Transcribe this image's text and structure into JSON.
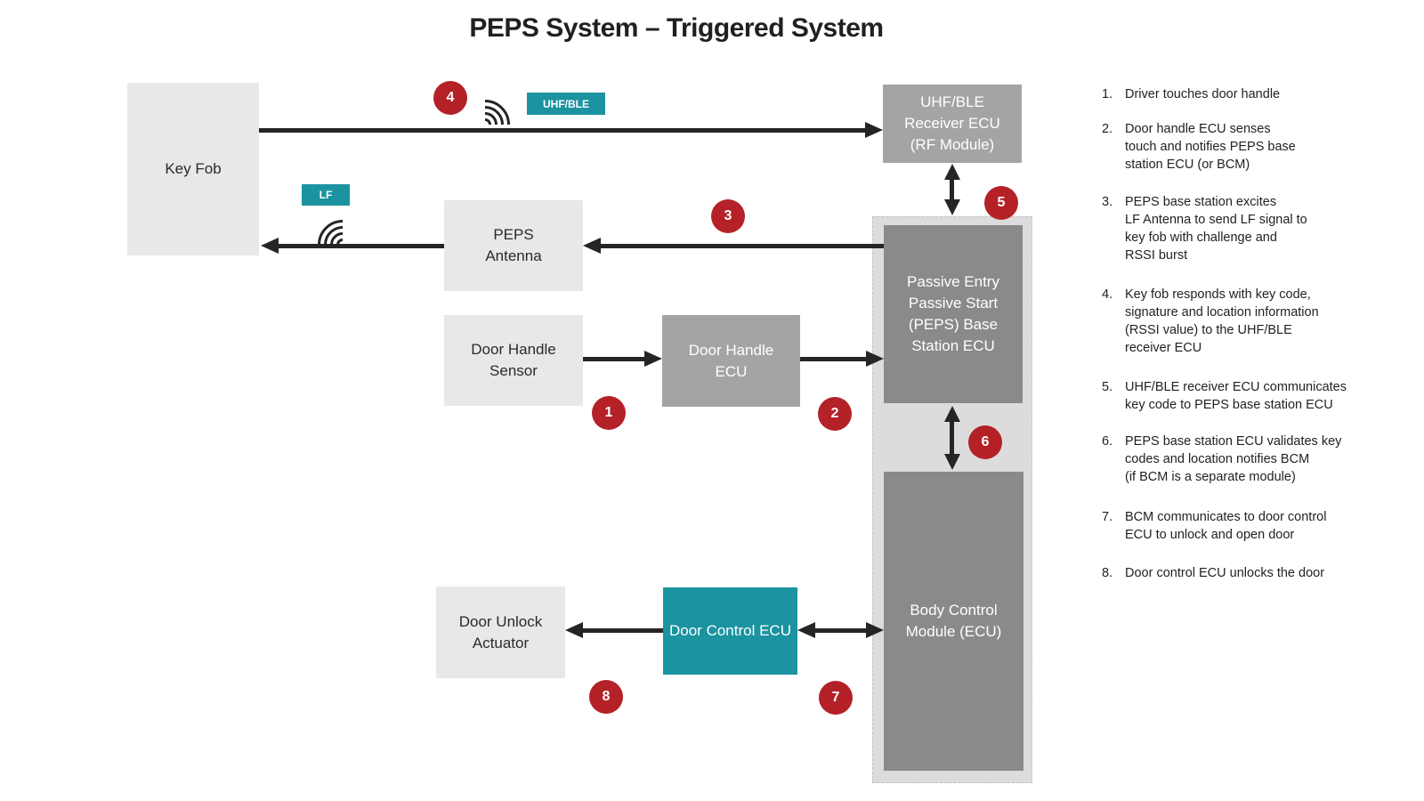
{
  "title": "PEPS System – Triggered System",
  "colors": {
    "teal": "#1b93a0",
    "red": "#b42127",
    "light_gray_box": "#e8e8e8",
    "mid_gray_box": "#a5a4a4",
    "dark_gray_box": "#8b8a8a",
    "vehicle_zone": "#dcdcdc",
    "arrow": "#272425"
  },
  "nodes": {
    "key_fob": {
      "label": "Key Fob"
    },
    "uhf_receiver": {
      "label": "UHF/BLE\nReceiver ECU\n(RF Module)"
    },
    "peps_antenna": {
      "label": "PEPS\nAntenna"
    },
    "door_handle_sensor": {
      "label": "Door Handle\nSensor"
    },
    "door_handle_ecu": {
      "label": "Door Handle\nECU"
    },
    "peps_base_station": {
      "label": "Passive Entry\nPassive Start\n(PEPS) Base\nStation ECU"
    },
    "body_control_module": {
      "label": "Body Control\nModule (ECU)"
    },
    "door_unlock_actuator": {
      "label": "Door Unlock\nActuator"
    },
    "door_control_ecu": {
      "label": "Door Control ECU"
    }
  },
  "badges": {
    "lf": "LF",
    "uhf_ble": "UHF/BLE"
  },
  "markers": [
    "1",
    "2",
    "3",
    "4",
    "5",
    "6",
    "7",
    "8"
  ],
  "steps": [
    {
      "num": "1.",
      "text": "Driver touches door handle"
    },
    {
      "num": "2.",
      "text": "Door handle ECU senses\ntouch and notifies PEPS base\nstation ECU (or BCM)"
    },
    {
      "num": "3.",
      "text": "PEPS base station excites\nLF Antenna to send LF signal to\nkey fob with challenge and\nRSSI burst"
    },
    {
      "num": "4.",
      "text": "Key fob responds with key code,\nsignature and location information\n(RSSI value) to the UHF/BLE\nreceiver ECU"
    },
    {
      "num": "5.",
      "text": "UHF/BLE receiver ECU communicates\nkey code to PEPS base station ECU"
    },
    {
      "num": "6.",
      "text": "PEPS base station ECU validates key\ncodes and location notifies BCM\n(if BCM is a separate module)"
    },
    {
      "num": "7.",
      "text": "BCM communicates to door control\nECU to unlock and open door"
    },
    {
      "num": "8.",
      "text": "Door control ECU unlocks the door"
    }
  ]
}
